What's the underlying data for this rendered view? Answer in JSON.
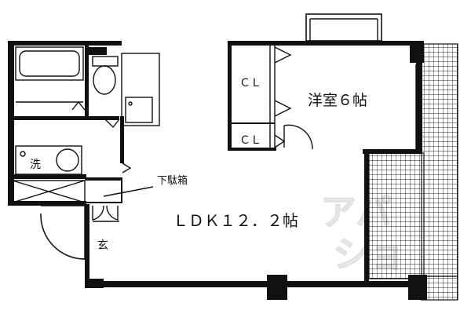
{
  "floorplan": {
    "rooms": {
      "western_room": "洋室６帖",
      "ldk": "ＬＤＫ１２．２帖",
      "closet_1": "ＣＬ",
      "closet_2": "ＣＬ",
      "laundry": "洗",
      "entrance": "玄",
      "shoe_box": "下駄箱"
    },
    "watermark": "アパマンショップ",
    "colors": {
      "ink": "#111111",
      "paper": "#ffffff",
      "watermark": "#dcdcdc"
    },
    "icons": [
      "bathtub-icon",
      "toilet-icon",
      "sink-icon",
      "washing-machine-icon",
      "washbasin-icon",
      "balcony-grid"
    ]
  }
}
